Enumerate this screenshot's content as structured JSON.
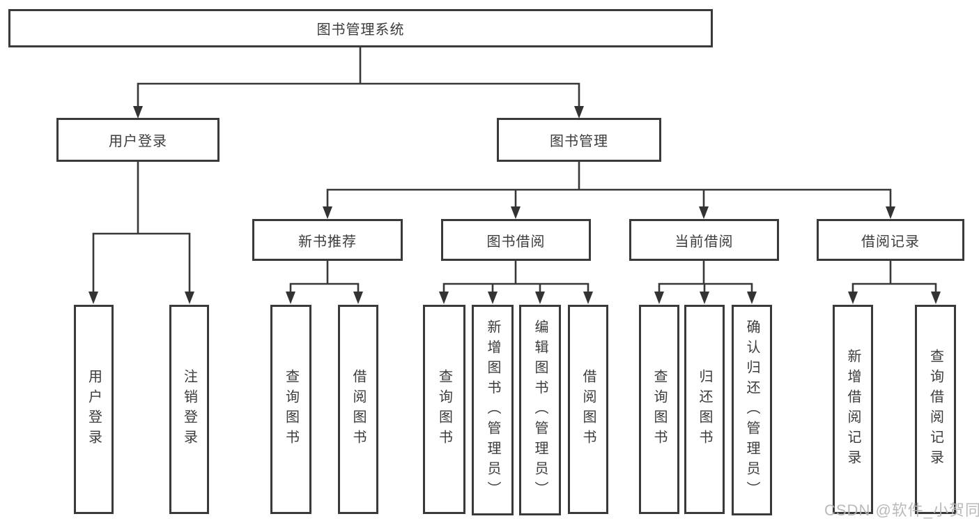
{
  "tree": {
    "root": {
      "label": "图书管理系统"
    },
    "children": [
      {
        "label": "用户登录",
        "children": [
          {
            "label": "用户登录"
          },
          {
            "label": "注销登录"
          }
        ]
      },
      {
        "label": "图书管理",
        "children": [
          {
            "label": "新书推荐",
            "children": [
              {
                "label": "查询图书"
              },
              {
                "label": "借阅图书"
              }
            ]
          },
          {
            "label": "图书借阅",
            "children": [
              {
                "label": "查询图书"
              },
              {
                "label": "新增图书（管理员）"
              },
              {
                "label": "编辑图书（管理员）"
              },
              {
                "label": "借阅图书"
              }
            ]
          },
          {
            "label": "当前借阅",
            "children": [
              {
                "label": "查询图书"
              },
              {
                "label": "归还图书"
              },
              {
                "label": "确认归还（管理员）"
              }
            ]
          },
          {
            "label": "借阅记录",
            "children": [
              {
                "label": "新增借阅记录"
              },
              {
                "label": "查询借阅记录"
              }
            ]
          }
        ]
      }
    ]
  },
  "watermark": {
    "text": "CSDN @软件_小贺同学"
  },
  "colors": {
    "line": "#383838",
    "box_border": "#3a3a3a",
    "text": "#3c3c3c",
    "watermark": "#b6b4b4",
    "background": "#ffffff"
  }
}
